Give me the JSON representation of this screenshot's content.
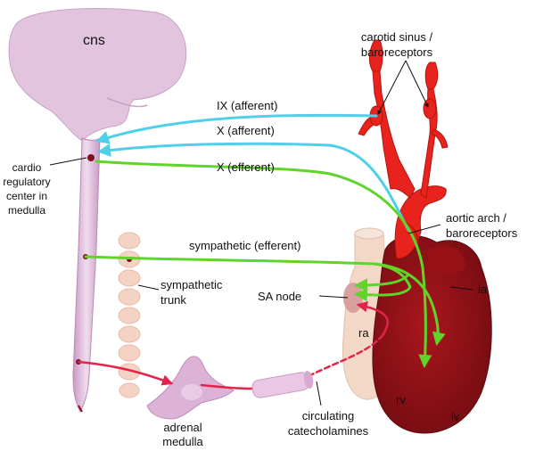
{
  "labels": {
    "cns": "cns",
    "carotid_line1": "carotid sinus /",
    "carotid_line2": "baroreceptors",
    "ix_afferent": "IX (afferent)",
    "x_afferent": "X (afferent)",
    "x_efferent": "X (efferent)",
    "cardio_line1": "cardio",
    "cardio_line2": "regulatory",
    "cardio_line3": "center in",
    "cardio_line4": "medulla",
    "aortic_line1": "aortic arch /",
    "aortic_line2": "baroreceptors",
    "sympathetic_efferent": "sympathetic (efferent)",
    "trunk_line1": "sympathetic",
    "trunk_line2": "trunk",
    "sa_node": "SA node",
    "la": "la",
    "ra": "ra",
    "rv": "rv",
    "lv": "lv",
    "adrenal_line1": "adrenal",
    "adrenal_line2": "medulla",
    "circ_line1": "circulating",
    "circ_line2": "catecholamines"
  },
  "colors": {
    "cns": "#e3c4df",
    "afferent": "#4fd0ea",
    "efferent": "#5fd52a",
    "artery": "#e8231d",
    "heart": "#8a1016",
    "atrium": "#f3d8c8",
    "sympathetic_out": "#e4234a"
  }
}
